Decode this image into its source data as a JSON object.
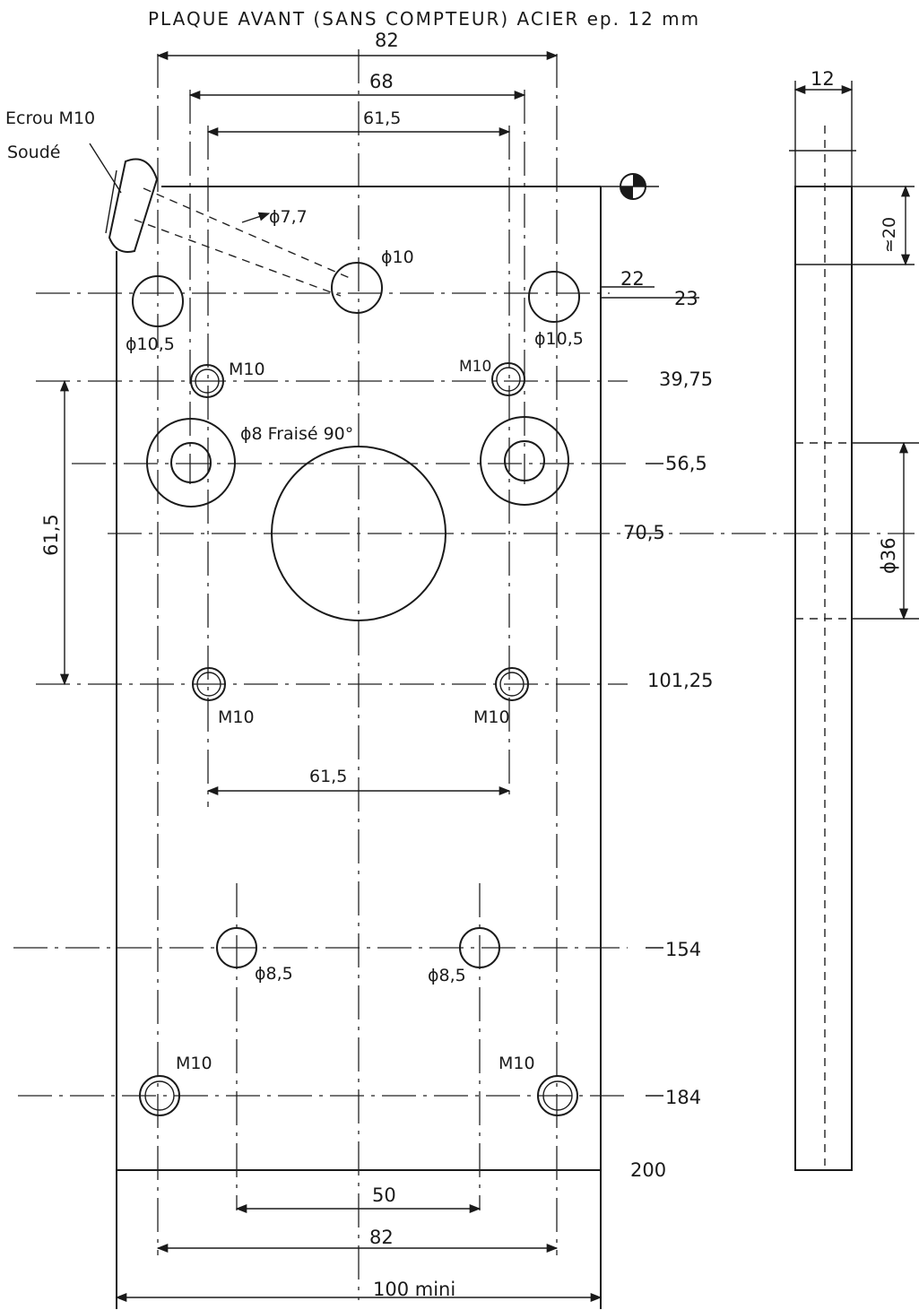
{
  "title": "PLAQUE AVANT (SANS COMPTEUR) ACIER ep. 12 mm",
  "labels": {
    "nut_line1": "Ecrou M10",
    "nut_line2": "Soudé",
    "phi_7_7": "ϕ7,7",
    "phi_10": "ϕ10",
    "phi_10_5_left": "ϕ10,5",
    "phi_10_5_right": "ϕ10,5",
    "m10_top_left": "M10",
    "m10_top_right": "M10",
    "phi_8_fraise": "ϕ8 Fraisé 90°",
    "m10_mid_left": "M10",
    "m10_mid_right": "M10",
    "phi_8_5_left": "ϕ8,5",
    "phi_8_5_right": "ϕ8,5",
    "m10_bot_left": "M10",
    "m10_bot_right": "M10",
    "phi_36": "ϕ36"
  },
  "dims_horizontal": {
    "top_82": "82",
    "top_68": "68",
    "top_61_5": "61,5",
    "mid_61_5": "61,5",
    "bot_50": "50",
    "bot_82": "82",
    "bot_100": "100 mini"
  },
  "dims_vertical": {
    "v22": "22",
    "v23": "23",
    "v39_75": "39,75",
    "v56_5": "56,5",
    "v70_5": "70,5",
    "v101_25": "101,25",
    "v154": "154",
    "v184": "184",
    "v200": "200",
    "left_61_5": "61,5"
  },
  "side_view": {
    "thickness": "12",
    "top_20": "≃20"
  }
}
